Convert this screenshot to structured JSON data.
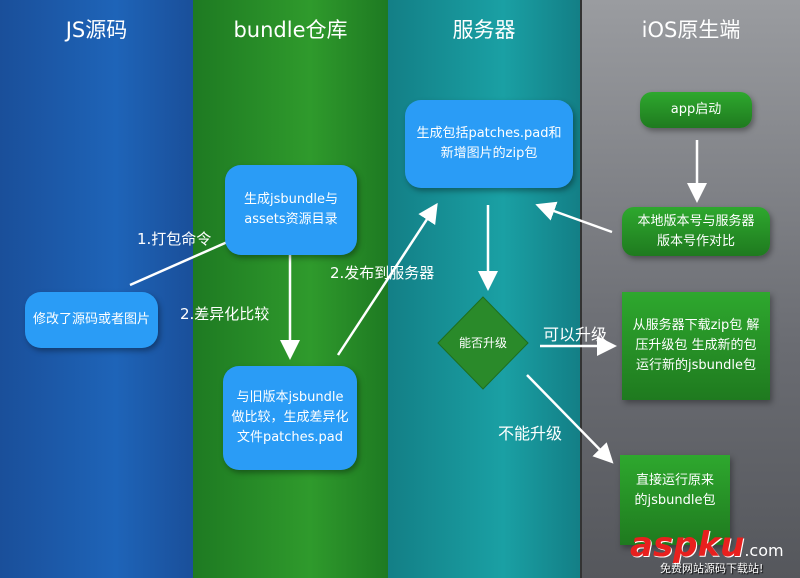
{
  "lanes": [
    "JS源码",
    "bundle仓库",
    "服务器",
    "iOS原生端"
  ],
  "nodes": {
    "modified_source": "修改了源码或者图片",
    "gen_jsbundle": "生成jsbundle与assets资源目录",
    "compare_old": "与旧版本jsbundle做比较，生成差异化文件patches.pad",
    "gen_zip": "生成包括patches.pad和新增图片的zip包",
    "can_upgrade": "能否升级",
    "app_start": "app启动",
    "compare_version": "本地版本号与服务器版本号作对比",
    "download_upgrade": "从服务器下载zip包 解压升级包 生成新的包 运行新的jsbundle包",
    "run_original": "直接运行原来的jsbundle包"
  },
  "edges": {
    "pack": "1.打包命令",
    "diff": "2.差异化比较",
    "publish": "2.发布到服务器",
    "yes": "可以升级",
    "no": "不能升级"
  },
  "watermark": {
    "brand": "aspku",
    "domain": ".com",
    "slogan": "免费网站源码下载站!"
  }
}
